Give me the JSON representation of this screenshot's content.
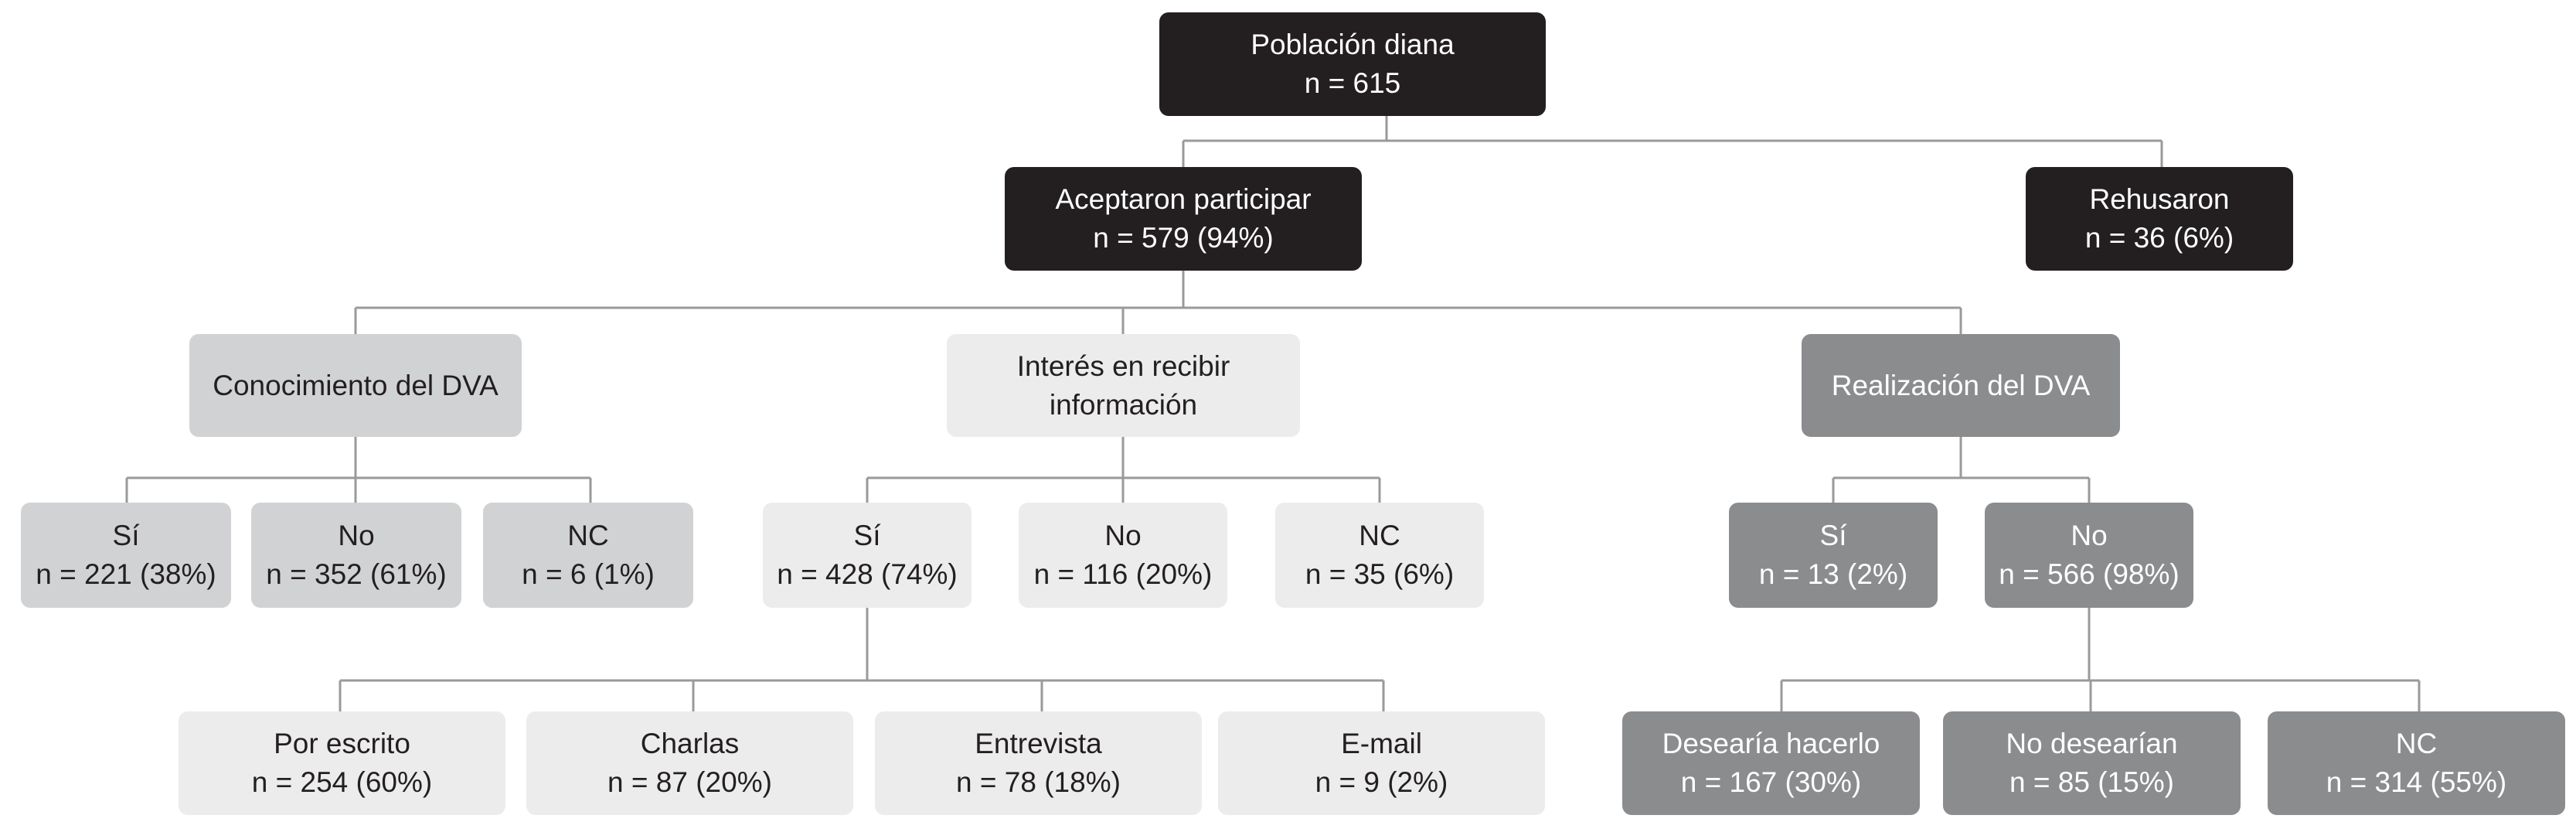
{
  "nodes": {
    "poblacion": {
      "title": "Población diana",
      "count": "n = 615"
    },
    "aceptaron": {
      "title": "Aceptaron participar",
      "count": "n = 579 (94%)"
    },
    "rehusaron": {
      "title": "Rehusaron",
      "count": "n = 36 (6%)"
    },
    "conocimiento": {
      "title": "Conocimiento del DVA"
    },
    "interes": {
      "title_line1": "Interés en recibir",
      "title_line2": "información"
    },
    "realizacion": {
      "title": "Realización del DVA"
    },
    "con_si": {
      "title": "Sí",
      "count": "n = 221 (38%)"
    },
    "con_no": {
      "title": "No",
      "count": "n = 352 (61%)"
    },
    "con_nc": {
      "title": "NC",
      "count": "n = 6 (1%)"
    },
    "int_si": {
      "title": "Sí",
      "count": "n = 428 (74%)"
    },
    "int_no": {
      "title": "No",
      "count": "n = 116 (20%)"
    },
    "int_nc": {
      "title": "NC",
      "count": "n = 35 (6%)"
    },
    "real_si": {
      "title": "Sí",
      "count": "n = 13 (2%)"
    },
    "real_no": {
      "title": "No",
      "count": "n = 566 (98%)"
    },
    "por_escrito": {
      "title": "Por escrito",
      "count": "n = 254 (60%)"
    },
    "charlas": {
      "title": "Charlas",
      "count": "n = 87 (20%)"
    },
    "entrevista": {
      "title": "Entrevista",
      "count": "n = 78 (18%)"
    },
    "email": {
      "title": "E-mail",
      "count": "n = 9 (2%)"
    },
    "desearia": {
      "title": "Desearía hacerlo",
      "count": "n = 167 (30%)"
    },
    "no_desearian": {
      "title": "No desearían",
      "count": "n = 85 (15%)"
    },
    "real_no_nc": {
      "title": "NC",
      "count": "n = 314 (55%)"
    }
  },
  "colors": {
    "dark": "#231f20",
    "light_gray": "#d1d2d4",
    "pale_gray": "#ececed",
    "mid_gray": "#8b8c8e",
    "connector": "#9a9a9a"
  }
}
